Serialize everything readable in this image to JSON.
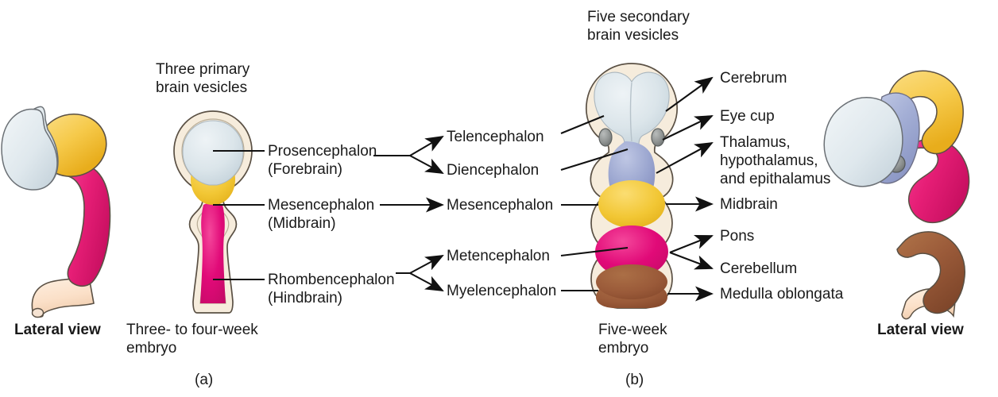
{
  "figure": {
    "title_a": "Three primary\nbrain vesicles",
    "title_b": "Five secondary\nbrain vesicles"
  },
  "panels": {
    "a": {
      "letter": "(a)",
      "caption": "Three- to four-week\nembryo",
      "lateral_view": "Lateral view"
    },
    "b": {
      "letter": "(b)",
      "caption": "Five-week\nembryo",
      "lateral_view": "Lateral view"
    }
  },
  "primary_vesicles": [
    {
      "name": "Prosencephalon",
      "common": "(Forebrain)",
      "color": "#c8d4dc"
    },
    {
      "name": "Mesencephalon",
      "common": "(Midbrain)",
      "color": "#f3c33c"
    },
    {
      "name": "Rhombencephalon",
      "common": "(Hindbrain)",
      "color": "#e61e76"
    }
  ],
  "secondary_vesicles": [
    {
      "name": "Telencephalon",
      "color": "#cfdae2"
    },
    {
      "name": "Diencephalon",
      "color": "#9aa5cf"
    },
    {
      "name": "Mesencephalon",
      "color": "#f0c22e"
    },
    {
      "name": "Metencephalon",
      "color": "#e10a78"
    },
    {
      "name": "Myelencephalon",
      "color": "#9a5a39"
    }
  ],
  "adult_structures": [
    {
      "name": "Cerebrum"
    },
    {
      "name": "Eye cup"
    },
    {
      "name": "Thalamus,\nhypothalamus,\nand epithalamus"
    },
    {
      "name": "Midbrain"
    },
    {
      "name": "Pons"
    },
    {
      "name": "Cerebellum"
    },
    {
      "name": "Medulla oblongata"
    }
  ],
  "colors": {
    "forebrain_gray": "#c8d4dc",
    "telencephalon_gray": "#cfdae2",
    "diencephalon_periwinkle": "#9aa5cf",
    "midbrain_yellow": "#f0c22e",
    "hindbrain_magenta": "#e10a78",
    "myelencephalon_brown": "#9a5a39",
    "spinal_cord_cream": "#fbe0c8",
    "outline": "#5a5044",
    "membrane_cream": "#f6ecdc",
    "text": "#1a1a1a",
    "eye_cup_gray": "#8a8a8a"
  }
}
